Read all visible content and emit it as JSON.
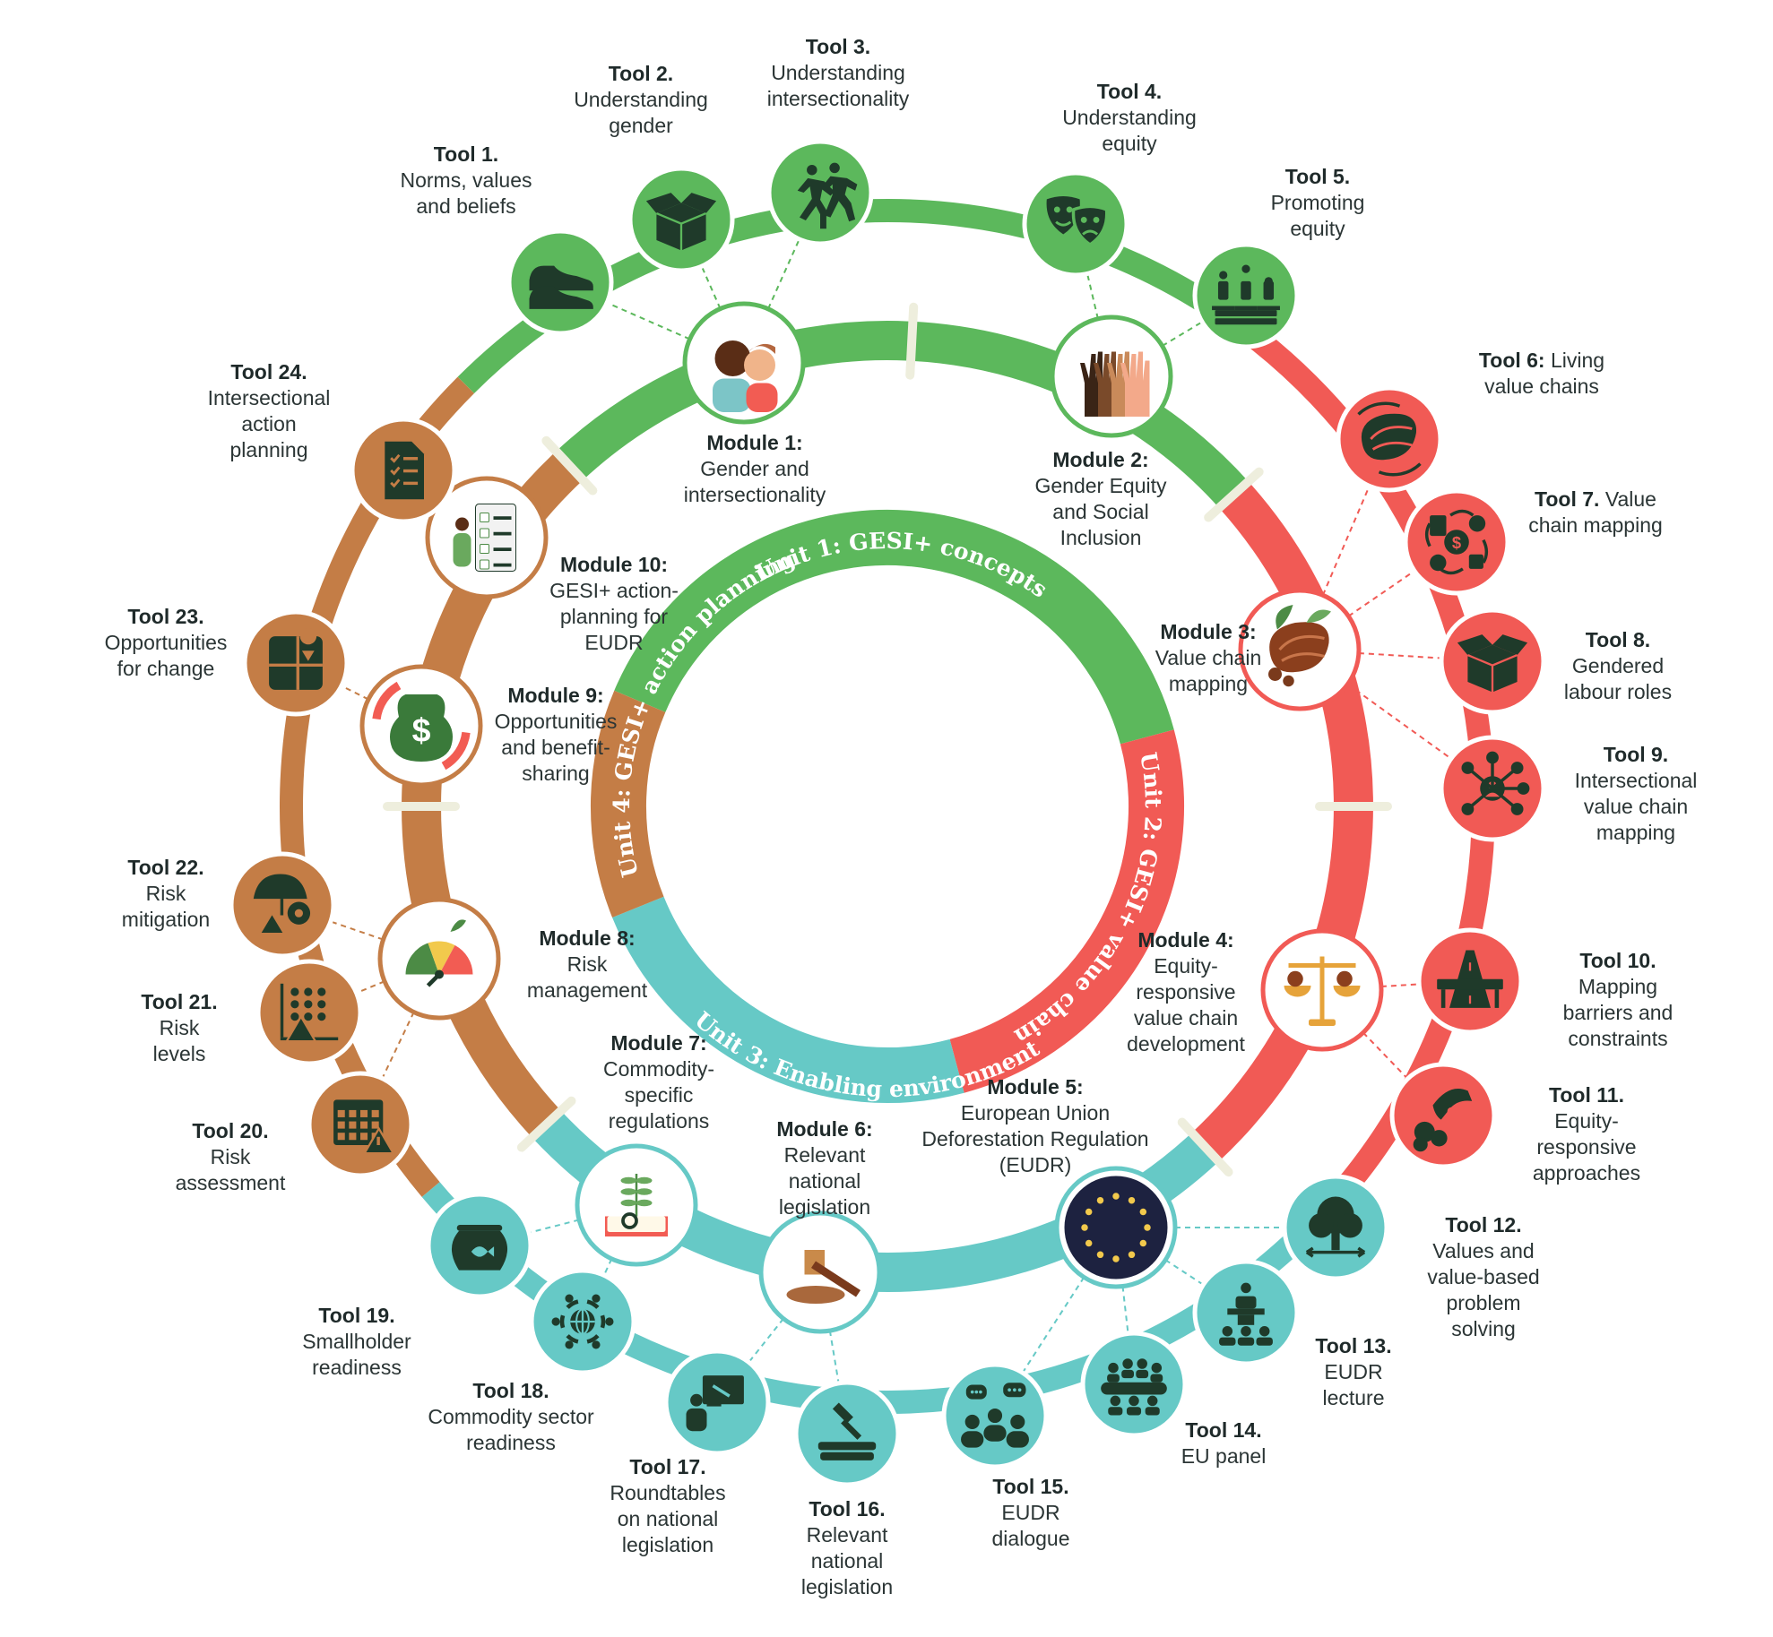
{
  "colors": {
    "green": "#5cb85c",
    "red": "#f15a55",
    "teal": "#66c9c6",
    "brown": "#c47d46",
    "dark": "#1f3a2a",
    "divider": "#eeeedd",
    "eu_blue": "#1d2240",
    "eu_star": "#f2c94c"
  },
  "units": [
    {
      "label": "Unit 1: GESI+ concepts",
      "color": "green"
    },
    {
      "label": "Unit 2: GESI+ value chains",
      "color": "red"
    },
    {
      "label": "Unit 3: Enabling environment",
      "color": "teal"
    },
    {
      "label": "Unit 4: GESI+ action planning",
      "color": "brown"
    }
  ],
  "modules": [
    {
      "title": "Module 1:",
      "lines": [
        "Gender and",
        "intersectionality"
      ],
      "color": "green",
      "icon": "people-faces-icon"
    },
    {
      "title": "Module 2:",
      "lines": [
        "Gender Equity",
        "and Social",
        "Inclusion"
      ],
      "color": "green",
      "icon": "raised-hands-icon"
    },
    {
      "title": "Module 3:",
      "lines": [
        "Value chain",
        "mapping"
      ],
      "color": "red",
      "icon": "cocoa-pod-icon"
    },
    {
      "title": "Module 4:",
      "lines": [
        "Equity-",
        "responsive",
        "value chain",
        "development"
      ],
      "color": "red",
      "icon": "balance-scale-icon"
    },
    {
      "title": "Module 5:",
      "lines": [
        "European Union",
        "Deforestation Regulation",
        "(EUDR)"
      ],
      "color": "teal",
      "icon": "eu-flag-icon"
    },
    {
      "title": "Module 6:",
      "lines": [
        "Relevant",
        "national",
        "legislation"
      ],
      "color": "teal",
      "icon": "gavel-icon"
    },
    {
      "title": "Module 7:",
      "lines": [
        "Commodity-",
        "specific",
        "regulations"
      ],
      "color": "teal",
      "icon": "plant-book-icon"
    },
    {
      "title": "Module 8:",
      "lines": [
        "Risk",
        "management"
      ],
      "color": "brown",
      "icon": "risk-gauge-icon"
    },
    {
      "title": "Module 9:",
      "lines": [
        "Opportunities",
        "and benefit-",
        "sharing"
      ],
      "color": "brown",
      "icon": "money-bag-icon"
    },
    {
      "title": "Module 10:",
      "lines": [
        "GESI+ action-",
        "planning for",
        "EUDR"
      ],
      "color": "brown",
      "icon": "checklist-person-icon"
    }
  ],
  "tools": [
    {
      "title": "Tool 1.",
      "lines": [
        "Norms, values",
        "and beliefs"
      ],
      "color": "green",
      "icon": "shoes-icon"
    },
    {
      "title": "Tool 2.",
      "lines": [
        "Understanding",
        "gender"
      ],
      "color": "green",
      "icon": "open-box-icon"
    },
    {
      "title": "Tool 3.",
      "lines": [
        "Understanding",
        "intersectionality"
      ],
      "color": "green",
      "icon": "runners-icon"
    },
    {
      "title": "Tool 4.",
      "lines": [
        "Understanding",
        "equity"
      ],
      "color": "green",
      "icon": "theatre-masks-icon"
    },
    {
      "title": "Tool 5.",
      "lines": [
        "Promoting",
        "equity"
      ],
      "color": "green",
      "icon": "people-on-blocks-icon"
    },
    {
      "title": "Tool 6:",
      "title_suffix": " Living",
      "lines": [
        "value chains"
      ],
      "color": "red",
      "icon": "cocoa-cycle-icon"
    },
    {
      "title": "Tool 7.",
      "title_suffix": " Value",
      "lines": [
        "chain mapping"
      ],
      "color": "red",
      "icon": "value-chain-icon"
    },
    {
      "title": "Tool 8.",
      "lines": [
        "Gendered",
        "labour roles"
      ],
      "color": "red",
      "icon": "open-box-icon"
    },
    {
      "title": "Tool 9.",
      "lines": [
        "Intersectional",
        "value chain",
        "mapping"
      ],
      "color": "red",
      "icon": "network-icon"
    },
    {
      "title": "Tool 10.",
      "lines": [
        "Mapping",
        "barriers and",
        "constraints"
      ],
      "color": "red",
      "icon": "road-barrier-icon"
    },
    {
      "title": "Tool 11.",
      "lines": [
        "Equity-",
        "responsive",
        "approaches"
      ],
      "color": "red",
      "icon": "hand-planting-icon"
    },
    {
      "title": "Tool 12.",
      "lines": [
        "Values and",
        "value-based",
        "problem",
        "solving"
      ],
      "color": "teal",
      "icon": "tree-icon"
    },
    {
      "title": "Tool 13.",
      "lines": [
        "EUDR",
        "lecture"
      ],
      "color": "teal",
      "icon": "lecture-icon"
    },
    {
      "title": "Tool 14.",
      "lines": [
        "EU panel"
      ],
      "color": "teal",
      "icon": "panel-icon"
    },
    {
      "title": "Tool 15.",
      "lines": [
        "EUDR",
        "dialogue"
      ],
      "color": "teal",
      "icon": "dialogue-icon"
    },
    {
      "title": "Tool 16.",
      "lines": [
        "Relevant",
        "national",
        "legislation"
      ],
      "color": "teal",
      "icon": "gavel-book-icon"
    },
    {
      "title": "Tool 17.",
      "lines": [
        "Roundtables",
        "on national",
        "legislation"
      ],
      "color": "teal",
      "icon": "presentation-icon"
    },
    {
      "title": "Tool 18.",
      "lines": [
        "Commodity sector",
        "readiness"
      ],
      "color": "teal",
      "icon": "globe-people-icon"
    },
    {
      "title": "Tool 19.",
      "lines": [
        "Smallholder",
        "readiness"
      ],
      "color": "teal",
      "icon": "fishbowl-icon"
    },
    {
      "title": "Tool 20.",
      "lines": [
        "Risk",
        "assessment"
      ],
      "color": "brown",
      "icon": "calendar-warning-icon"
    },
    {
      "title": "Tool 21.",
      "lines": [
        "Risk",
        "levels"
      ],
      "color": "brown",
      "icon": "dots-warning-icon"
    },
    {
      "title": "Tool 22.",
      "lines": [
        "Risk",
        "mitigation"
      ],
      "color": "brown",
      "icon": "umbrella-gear-icon"
    },
    {
      "title": "Tool 23.",
      "lines": [
        "Opportunities",
        "for change"
      ],
      "color": "brown",
      "icon": "map-pin-icon"
    },
    {
      "title": "Tool 24.",
      "lines": [
        "Intersectional",
        "action",
        "planning"
      ],
      "color": "brown",
      "icon": "checklist-icon"
    }
  ]
}
